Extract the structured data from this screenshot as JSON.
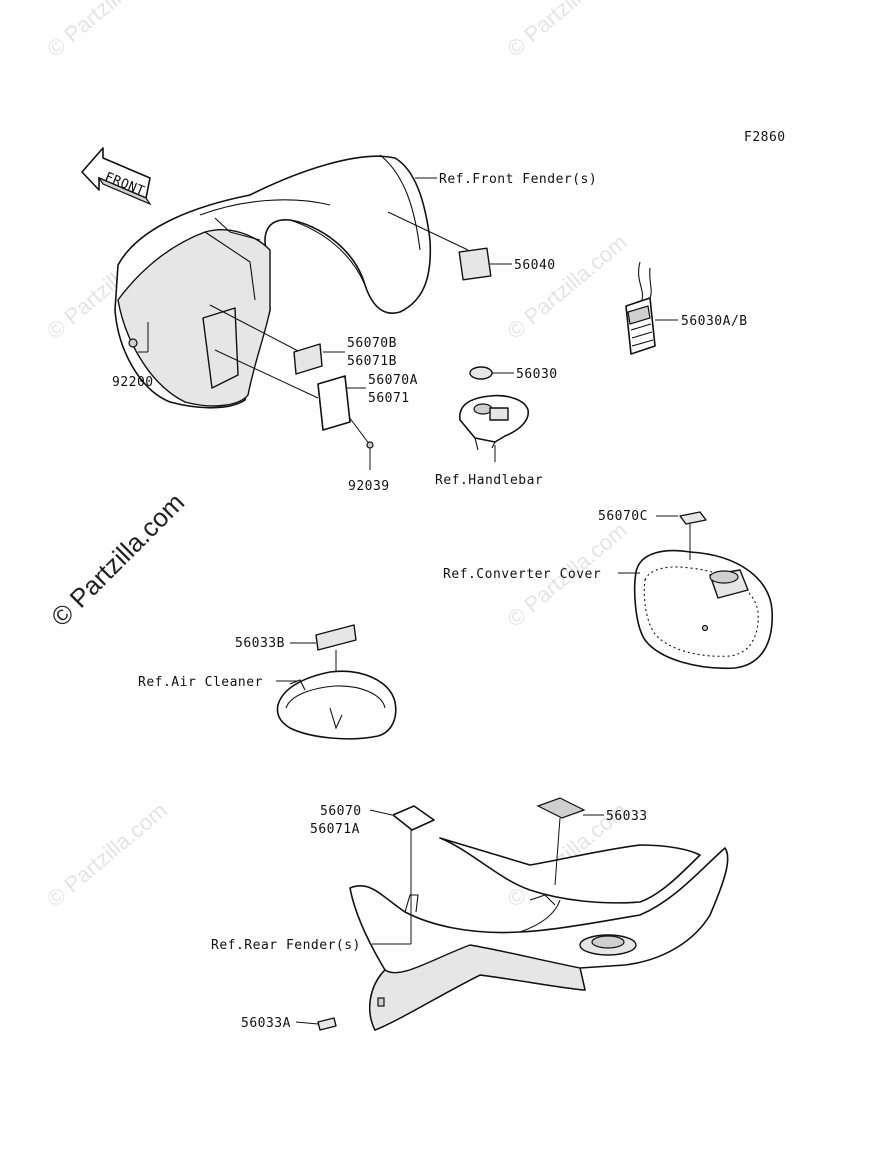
{
  "figure_id": "F2860",
  "front_arrow_label": "FRONT",
  "watermark": "© Partzilla.com",
  "labels": {
    "front_fender": "Ref.Front Fender(s)",
    "p56040": "56040",
    "p56030ab": "56030A/B",
    "p56070b": "56070B",
    "p56071b": "56071B",
    "p56070a": "56070A",
    "p56071": "56071",
    "p92200": "92200",
    "p92039": "92039",
    "p56030": "56030",
    "handlebar": "Ref.Handlebar",
    "p56070c": "56070C",
    "converter_cover": "Ref.Converter Cover",
    "p56033b": "56033B",
    "air_cleaner": "Ref.Air Cleaner",
    "p56070": "56070",
    "p56071a": "56071A",
    "p56033": "56033",
    "rear_fender": "Ref.Rear Fender(s)",
    "p56033a": "56033A"
  }
}
